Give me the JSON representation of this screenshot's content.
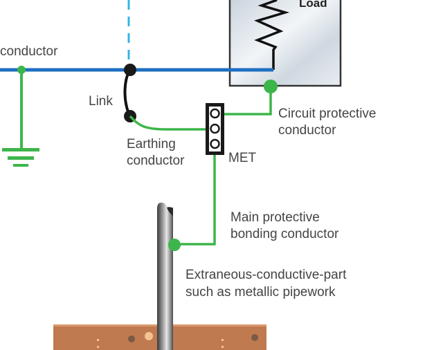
{
  "diagram": {
    "labels": {
      "load": "Load",
      "conductor_left": "conductor",
      "link": "Link",
      "earthing_line1": "Earthing",
      "earthing_line2": "conductor",
      "met": "MET",
      "cpc_line1": "Circuit protective",
      "cpc_line2": "conductor",
      "bonding_line1": "Main protective",
      "bonding_line2": "bonding conductor",
      "pipe_line1": "Extraneous-conductive-part",
      "pipe_line2": "such as metallic pipework"
    },
    "colors": {
      "neutral_wire": "#1f6fc1",
      "dashed_wire": "#33b5e5",
      "earth_wire": "#3db54a",
      "node_dark": "#1a1a1a",
      "soil": "#c07a4f",
      "label_text": "#444444"
    }
  }
}
